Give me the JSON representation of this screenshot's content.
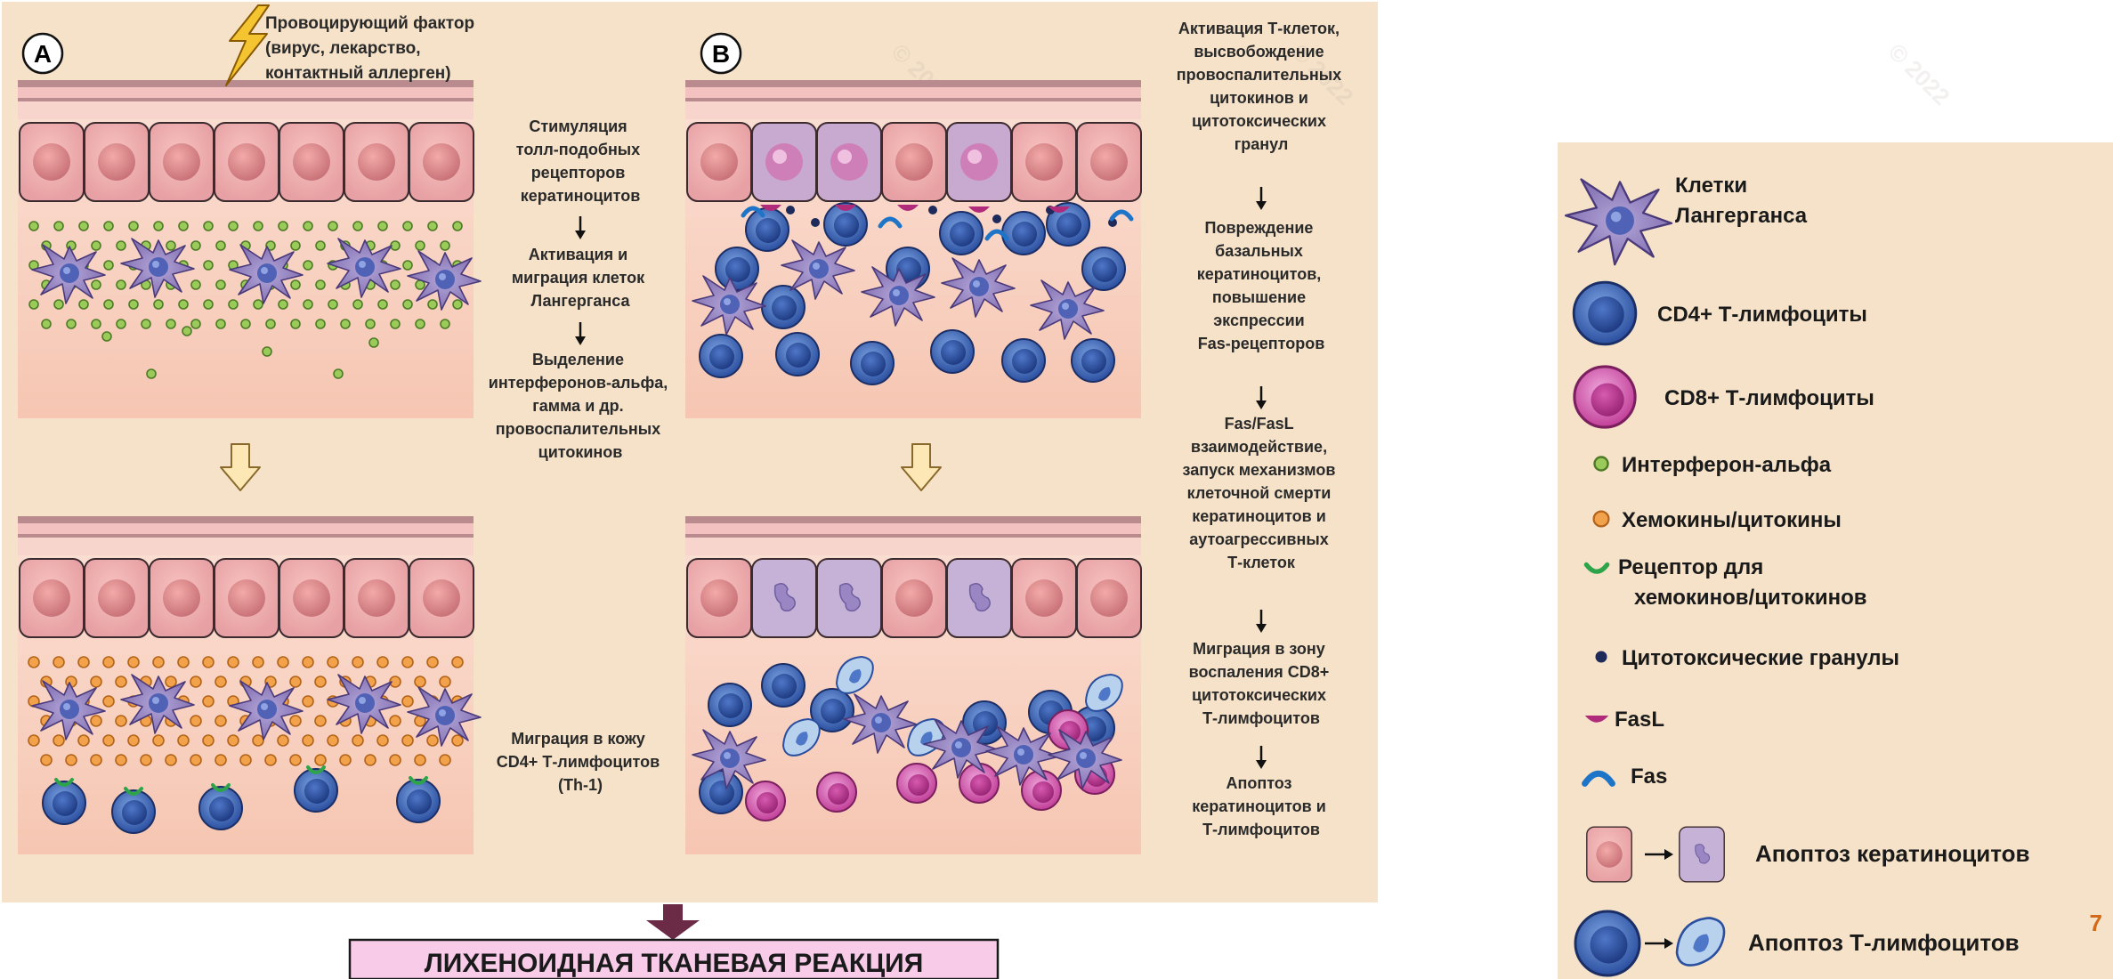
{
  "panels": {
    "a_label": "A",
    "b_label": "B"
  },
  "trigger": {
    "lines": [
      "Провоцирующий фактор",
      "(вирус, лекарство,",
      "контактный аллерген)"
    ]
  },
  "steps_a": {
    "step1": [
      "Стимуляция",
      "толл-подобных",
      "рецепторов",
      "кератиноцитов"
    ],
    "step2": [
      "Активация и",
      "миграция клеток",
      "Лангерганса"
    ],
    "step3": [
      "Выделение",
      "интерферонов-альфа,",
      "гамма и др.",
      "провоспалительных",
      "цитокинов"
    ],
    "step4": [
      "Миграция в кожу",
      "CD4+ Т-лимфоцитов",
      "(Th-1)"
    ]
  },
  "steps_b": {
    "step1": [
      "Активация Т-клеток,",
      "высвобождение",
      "провоспалительных",
      "цитокинов и",
      "цитотоксических",
      "гранул"
    ],
    "step2": [
      "Повреждение",
      "базальных",
      "кератиноцитов,",
      "повышение",
      "экспрессии",
      "Fas-рецепторов"
    ],
    "step3": [
      "Fas/FasL",
      "взаимодействие,",
      "запуск механизмов",
      "клеточной смерти",
      "кератиноцитов и",
      "аутоагрессивных",
      "Т-клеток"
    ],
    "step4": [
      "Миграция в зону",
      "воспаления CD8+",
      "цитотоксических",
      "Т-лимфоцитов"
    ],
    "step5": [
      "Апоптоз",
      "кератиноцитов и",
      "Т-лимфоцитов"
    ]
  },
  "legend": {
    "langerhans": [
      "Клетки",
      "Лангерганса"
    ],
    "cd4": "CD4+ Т-лимфоциты",
    "cd8": "CD8+ Т-лимфоциты",
    "ifn": "Интерферон-альфа",
    "chemokines": "Хемокины/цитокины",
    "receptor": [
      "Рецептор для",
      "хемокинов/цитокинов"
    ],
    "granules": "Цитотоксические гранулы",
    "fasl": "FasL",
    "fas": "Fas",
    "apoptosis_kera": "Апоптоз кератиноцитов",
    "apoptosis_t": "Апоптоз Т-лимфоцитов"
  },
  "result_label": "ЛИХЕНОИДНАЯ ТКАНЕВАЯ РЕАКЦИЯ",
  "page_number": "7",
  "colors": {
    "panel_bg": "#f5e2c8",
    "skin": "#fad8cb",
    "keratinocyte": "#f2b0b0",
    "cd4": "#3b63b6",
    "cd8": "#c7449b",
    "langerhans": "#8b78b8",
    "ifn": "#9acb5a",
    "chemokine": "#f2a24a",
    "result_box": "#f8cbe8",
    "arrow_dark": "#6b2a45"
  }
}
